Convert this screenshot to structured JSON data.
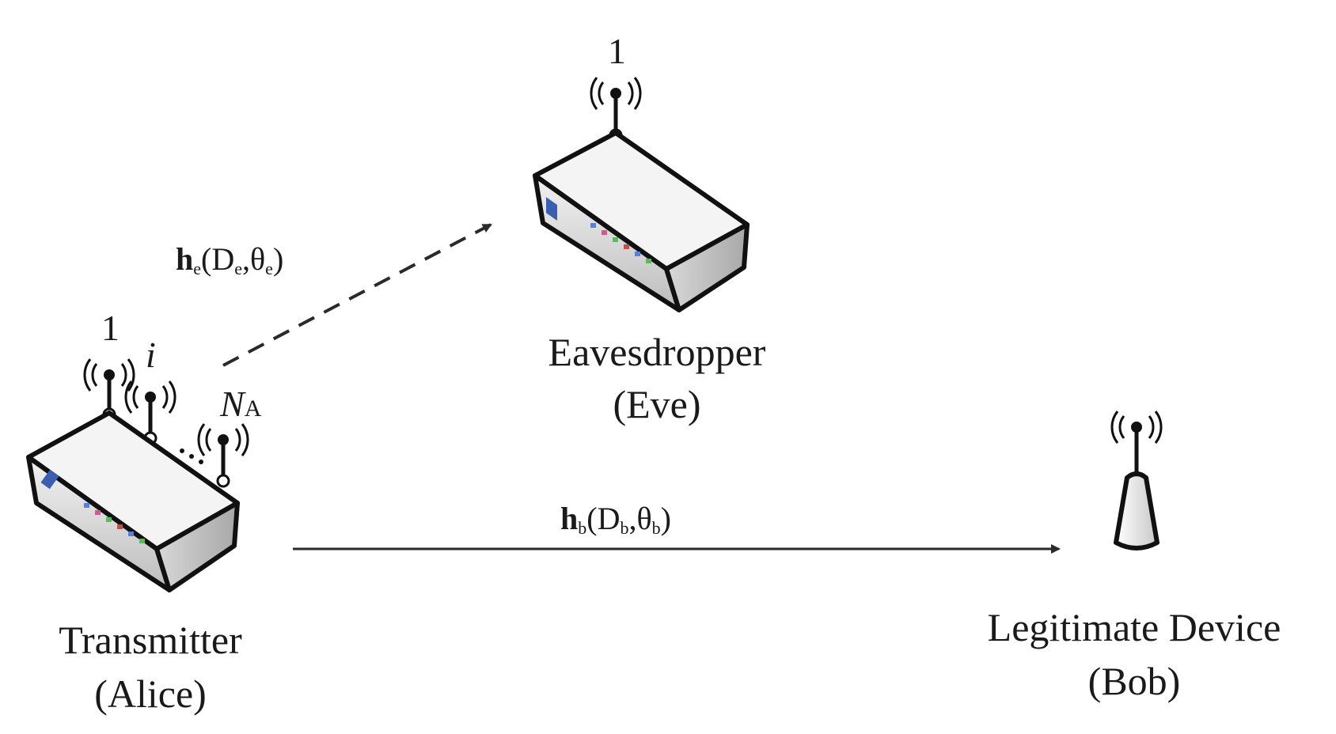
{
  "nodes": {
    "alice": {
      "name": "Transmitter",
      "role": "(Alice)"
    },
    "eve": {
      "name": "Eavesdropper",
      "role": "(Eve)"
    },
    "bob": {
      "name": "Legitimate Device",
      "role": "(Bob)"
    }
  },
  "antennas": {
    "alice_first": "1",
    "alice_middle": "i",
    "alice_last_symbol": "N",
    "alice_last_sub": "A",
    "eve": "1"
  },
  "links": {
    "eve": {
      "h": "h",
      "h_sub": "e",
      "open": "(D",
      "d_sub": "e",
      "comma": ",θ",
      "t_sub": "e",
      "close": ")",
      "style": "dashed"
    },
    "bob": {
      "h": "h",
      "h_sub": "b",
      "open": "(D",
      "d_sub": "b",
      "comma": ",θ",
      "t_sub": "b",
      "close": ")",
      "style": "solid"
    }
  },
  "colors": {
    "line": "#2a2a2a",
    "device_top": "#f0f0f0",
    "device_front": "#dcdcdc",
    "device_side": "#b8b8b8",
    "panel": "#3a5fb0"
  }
}
